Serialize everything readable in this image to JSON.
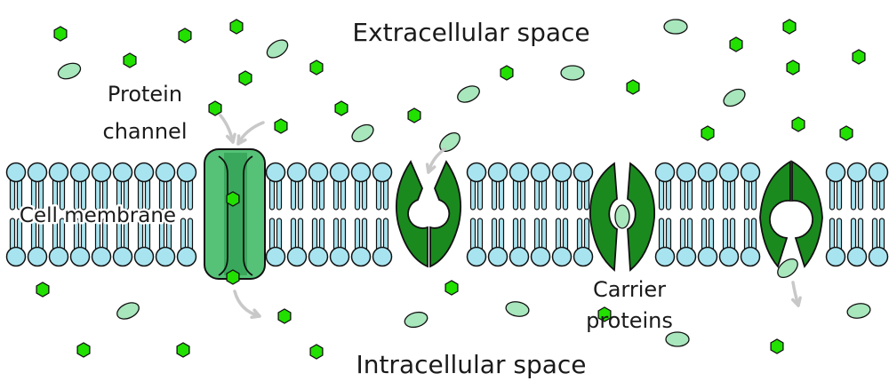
{
  "labels": {
    "extracellular": "Extracellular space",
    "intracellular": "Intracellular space",
    "protein_channel_line1": "Protein",
    "protein_channel_line2": "channel",
    "cell_membrane": "Cell membrane",
    "carrier_line1": "Carrier",
    "carrier_line2": "proteins"
  },
  "colors": {
    "lipid_head": "#a8e4f0",
    "channel": "#55c277",
    "channel_inner": "#3aa85c",
    "carrier": "#1a8a1f",
    "hexagon_molecule": "#22e000",
    "ellipse_molecule": "#a8e6bc",
    "arrow": "#c8c8c8"
  }
}
